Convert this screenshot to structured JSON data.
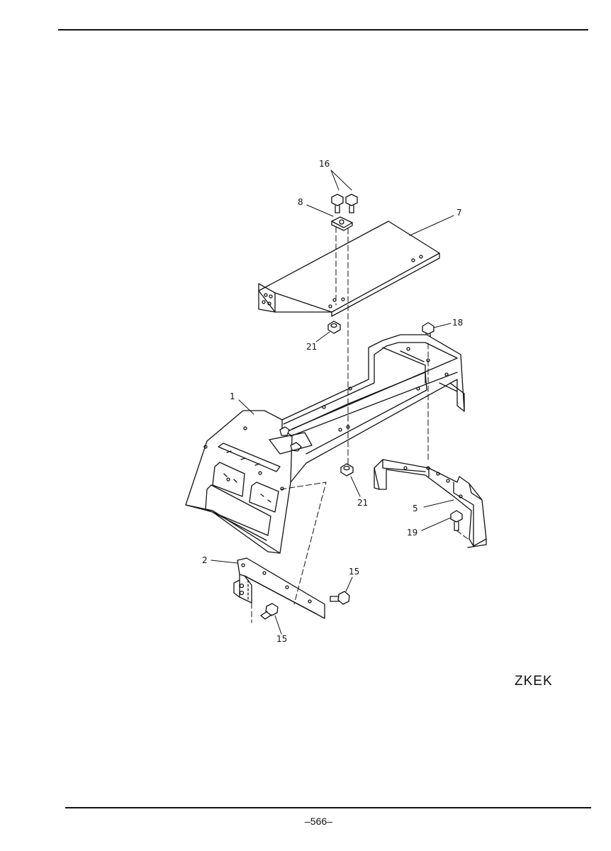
{
  "labels": {
    "l16": "16",
    "l8": "8",
    "l7": "7",
    "l18": "18",
    "l21a": "21",
    "l1": "1",
    "l21b": "21",
    "l5": "5",
    "l19": "19",
    "l2": "2",
    "l15a": "15",
    "l15b": "15"
  },
  "code": "ZKEK",
  "page_number": "–566–"
}
